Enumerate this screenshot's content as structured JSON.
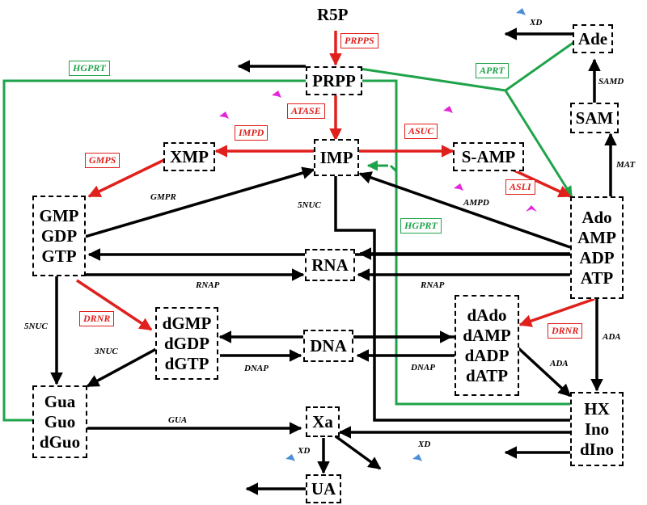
{
  "nodes": {
    "r5p": "R5P",
    "prpp": "PRPP",
    "imp": "IMP",
    "xmp": "XMP",
    "samp": "S-AMP",
    "ade": "Ade",
    "sam": "SAM",
    "rna": "RNA",
    "dna": "DNA",
    "xa": "Xa",
    "ua": "UA",
    "guanine_pool": [
      "GMP",
      "GDP",
      "GTP"
    ],
    "adenine_pool": [
      "Ado",
      "AMP",
      "ADP",
      "ATP"
    ],
    "deoxyguanine_pool": [
      "dGMP",
      "dGDP",
      "dGTP"
    ],
    "deoxyadenine_pool": [
      "dAdo",
      "dAMP",
      "dADP",
      "dATP"
    ],
    "guanine_bases": [
      "Gua",
      "Guo",
      "dGuo"
    ],
    "hypoxanthine_pool": [
      "HX",
      "Ino",
      "dIno"
    ]
  },
  "enzymes_boxed": {
    "prpps": "PRPPS",
    "atase": "ATASE",
    "impd": "IMPD",
    "gmps": "GMPS",
    "asuc": "ASUC",
    "asli": "ASLI",
    "drnr_left": "DRNR",
    "drnr_right": "DRNR",
    "hgprt_top": "HGPRT",
    "hgprt_mid": "HGPRT",
    "aprt": "APRT"
  },
  "enzymes_plain": {
    "xd_top": "XD",
    "samd": "SAMD",
    "mat": "MAT",
    "gmpr": "GMPR",
    "nuc5_mid": "5NUC",
    "ampd": "AMPD",
    "rnap_left": "RNAP",
    "rnap_right": "RNAP",
    "nuc5_left": "5NUC",
    "nuc3": "3NUC",
    "dnap_left": "DNAP",
    "dnap_right": "DNAP",
    "ada_right": "ADA",
    "ada_mid": "ADA",
    "gua": "GUA",
    "xd_bottom_left": "XD",
    "xd_bottom_right": "XD"
  },
  "colors": {
    "red": "#e0201c",
    "green": "#1fa34a",
    "black": "#000000",
    "magenta_marker": "#e426d9",
    "blue_marker": "#4a8fd6"
  }
}
